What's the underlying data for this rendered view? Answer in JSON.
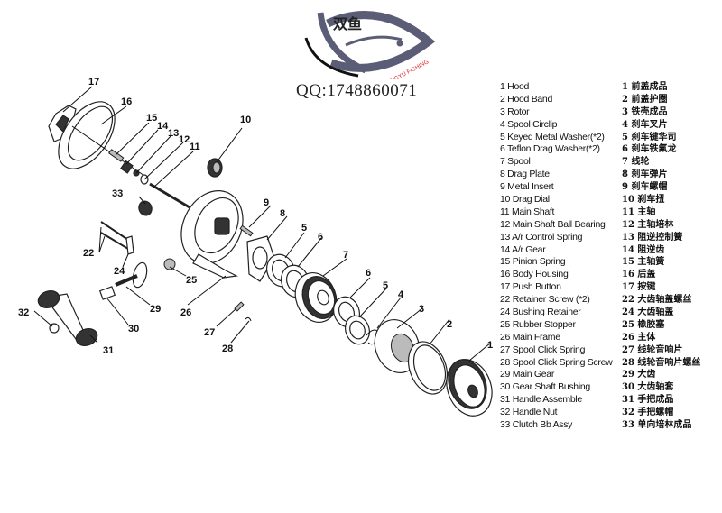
{
  "logo": {
    "brand_cn": "双鱼",
    "brand_en": "SHUANGYU FISHING",
    "colors": {
      "fish": "#5a5d75",
      "accent": "#e0262b",
      "arc": "#111111"
    }
  },
  "contact": {
    "qq_label": "QQ:1748860071"
  },
  "parts_list_en": [
    {
      "no": "1",
      "name": "Hood"
    },
    {
      "no": "2",
      "name": "Hood Band"
    },
    {
      "no": "3",
      "name": "Rotor"
    },
    {
      "no": "4",
      "name": "Spool Circlip"
    },
    {
      "no": "5",
      "name": "Keyed Metal Washer(*2)"
    },
    {
      "no": "6",
      "name": "Teflon Drag Washer(*2)"
    },
    {
      "no": "7",
      "name": "Spool"
    },
    {
      "no": "8",
      "name": "Drag Plate"
    },
    {
      "no": "9",
      "name": "Metal Insert"
    },
    {
      "no": "10",
      "name": "Drag Dial"
    },
    {
      "no": "11",
      "name": "Main Shaft"
    },
    {
      "no": "12",
      "name": "Main Shaft Ball Bearing"
    },
    {
      "no": "13",
      "name": "A/r  Control Spring"
    },
    {
      "no": "14",
      "name": "A/r  Gear"
    },
    {
      "no": "15",
      "name": " Pinion Spring"
    },
    {
      "no": "16",
      "name": " Body Housing"
    },
    {
      "no": "17",
      "name": " Push Button"
    },
    {
      "no": "22",
      "name": " Retainer Screw (*2)"
    },
    {
      "no": "24",
      "name": " Bushing Retainer"
    },
    {
      "no": "25",
      "name": " Rubber Stopper"
    },
    {
      "no": "26",
      "name": " Main Frame"
    },
    {
      "no": "27",
      "name": " Spool Click Spring"
    },
    {
      "no": "28",
      "name": " Spool Click Spring Screw"
    },
    {
      "no": "29",
      "name": " Main Gear"
    },
    {
      "no": "30",
      "name": " Gear Shaft Bushing"
    },
    {
      "no": "31",
      "name": " Handle Assemble"
    },
    {
      "no": "32",
      "name": " Handle Nut"
    },
    {
      "no": "33",
      "name": " Clutch  Bb Assy"
    }
  ],
  "parts_list_cn": [
    {
      "no": "1",
      "name": "前盖成品"
    },
    {
      "no": "2",
      "name": "前盖护圈"
    },
    {
      "no": "3",
      "name": "铁壳成品"
    },
    {
      "no": "4",
      "name": "刹车叉片"
    },
    {
      "no": "5",
      "name": "刹车键华司"
    },
    {
      "no": "6",
      "name": "刹车铁氟龙"
    },
    {
      "no": "7",
      "name": "线轮"
    },
    {
      "no": "8",
      "name": "刹车弹片"
    },
    {
      "no": "9",
      "name": "刹车螺帽"
    },
    {
      "no": "10",
      "name": "刹车扭"
    },
    {
      "no": "11",
      "name": "主轴"
    },
    {
      "no": "12",
      "name": "主轴培林"
    },
    {
      "no": "13",
      "name": "阻逆控制簧"
    },
    {
      "no": "14",
      "name": "阻逆齿"
    },
    {
      "no": "15",
      "name": "主轴簧"
    },
    {
      "no": "16",
      "name": " 后盖"
    },
    {
      "no": "17",
      "name": "按键"
    },
    {
      "no": "22",
      "name": "大齿轴盖螺丝"
    },
    {
      "no": "24",
      "name": "大齿轴盖"
    },
    {
      "no": "25",
      "name": "橡胶塞"
    },
    {
      "no": "26",
      "name": "主体"
    },
    {
      "no": "27",
      "name": "线轮音响片"
    },
    {
      "no": "28",
      "name": "线轮音响片螺丝"
    },
    {
      "no": "29",
      "name": "大齿"
    },
    {
      "no": "30",
      "name": "大齿轴套"
    },
    {
      "no": "31",
      "name": "手把成品"
    },
    {
      "no": "32",
      "name": "手把螺帽"
    },
    {
      "no": "33",
      "name": "单向培林成品"
    }
  ],
  "callouts": [
    "1",
    "2",
    "3",
    "4",
    "5",
    "5",
    "6",
    "6",
    "7",
    "8",
    "9",
    "10",
    "11",
    "12",
    "13",
    "14",
    "15",
    "16",
    "17",
    "22",
    "24",
    "25",
    "26",
    "27",
    "28",
    "29",
    "30",
    "31",
    "32",
    "33"
  ]
}
